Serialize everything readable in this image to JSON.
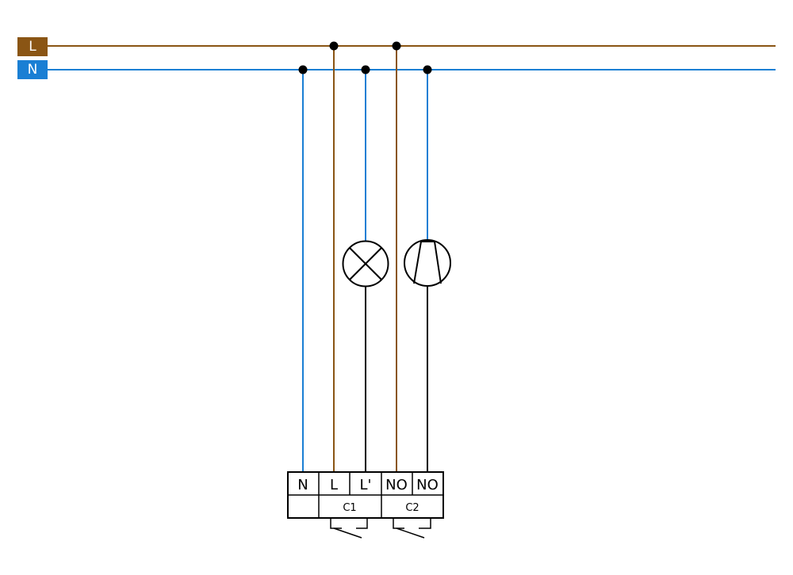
{
  "bus": {
    "line_label": "L",
    "neutral_label": "N",
    "line_color": "#8a5514",
    "neutral_color": "#1a7fd4"
  },
  "terminal_block": {
    "terminals": [
      "N",
      "L",
      "L'",
      "NO",
      "NO"
    ],
    "contacts": [
      "C1",
      "C2"
    ]
  },
  "loads": [
    {
      "icon": "lamp-icon"
    },
    {
      "icon": "lamp-control-icon"
    }
  ],
  "colors": {
    "wire_black": "#000000"
  }
}
